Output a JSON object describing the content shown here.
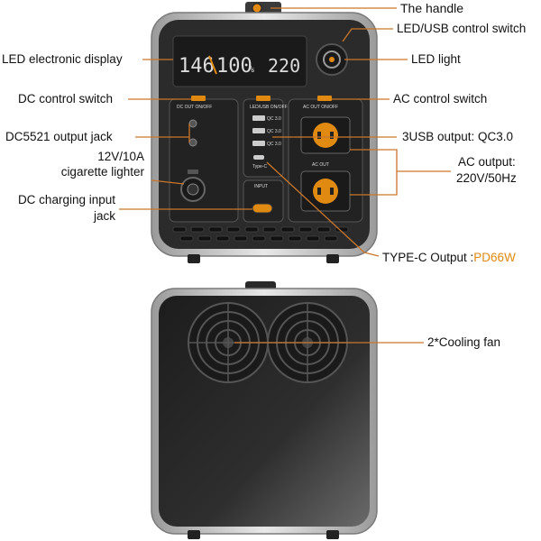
{
  "labels": {
    "handle": "The handle",
    "led_usb_switch": "LED/USB control switch",
    "led_display": "LED electronic display",
    "led_light": "LED light",
    "dc_switch": "DC control switch",
    "ac_switch": "AC control switch",
    "dc5521": "DC5521 output jack",
    "usb_output": "3USB output: QC3.0",
    "cig_line1": "12V/10A",
    "cig_line2": "cigarette lighter",
    "ac_line1": "AC output:",
    "ac_line2": "220V/50Hz",
    "dc_charge_line1": "DC charging input",
    "dc_charge_line2": "jack",
    "typec_prefix": "TYPE-C Output :",
    "typec_value": "PD66W",
    "cooling_fan": "2*Cooling fan"
  },
  "device": {
    "display_left": "146",
    "display_mid": "100",
    "display_pct": "%",
    "display_right": "220",
    "dc_out_label": "DC OUT ON/OFF",
    "led_usb_label": "LED/USB ON/OFF",
    "ac_out_label": "AC OUT ON/OFF",
    "ac_out_text": "AC OUT",
    "input_label": "INPUT",
    "typec_label": "Type-C",
    "qc_label_1": "QC 3.0",
    "qc_label_2": "QC 3.0",
    "qc_label_3": "QC 3.0"
  },
  "colors": {
    "accent": "#e08a12",
    "leader_line": "#c9772a",
    "body": "#2c2c2c",
    "frame": "#cfcfcf"
  }
}
